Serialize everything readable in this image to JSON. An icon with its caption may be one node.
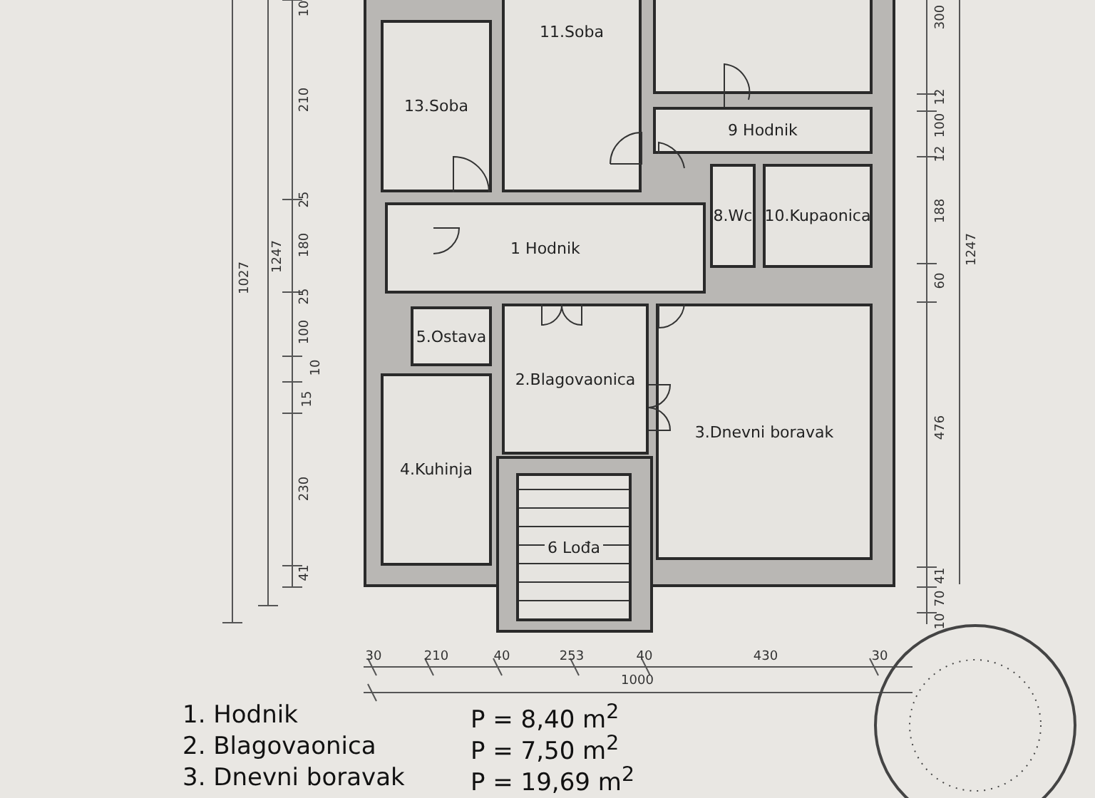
{
  "diagram": {
    "nodes": [
      {
        "text": [
          "11.Soba"
        ]
      },
      {
        "text": [
          "13.Soba"
        ]
      },
      {
        "text": [],
        "shape": "box"
      },
      {
        "text": [
          "9 Hodnik"
        ]
      },
      {
        "text": [
          "1 Hodnik"
        ]
      },
      {
        "text": [
          "8.Wc"
        ]
      },
      {
        "text": [
          "10.Kupaonica"
        ]
      },
      {
        "text": [
          "5.Ostava"
        ]
      },
      {
        "text": [
          "2.Blagovaonica"
        ]
      },
      {
        "text": [
          "4.Kuhinja"
        ]
      },
      {
        "text": [
          "3.Dnevni boravak"
        ]
      },
      {
        "text": [
          "6 Lođa"
        ]
      }
    ],
    "labels": [
      "10",
      "210",
      "25",
      "180",
      "25",
      "100",
      "10",
      "15",
      "230",
      "41",
      "1247",
      "1027",
      "300",
      "12",
      "100",
      "12",
      "188",
      "60",
      "476",
      "41",
      "70",
      "10",
      "1247",
      "30",
      "210",
      "40",
      "253",
      "40",
      "430",
      "30",
      "1000",
      "1. Hodnik",
      "P =  8,40 m$^{2}$",
      "2. Blagovaonica",
      "P =  7,50 m$^{2}$",
      "3. Dnevni boravak",
      "P = 19,69 m$^{2}$"
    ]
  }
}
